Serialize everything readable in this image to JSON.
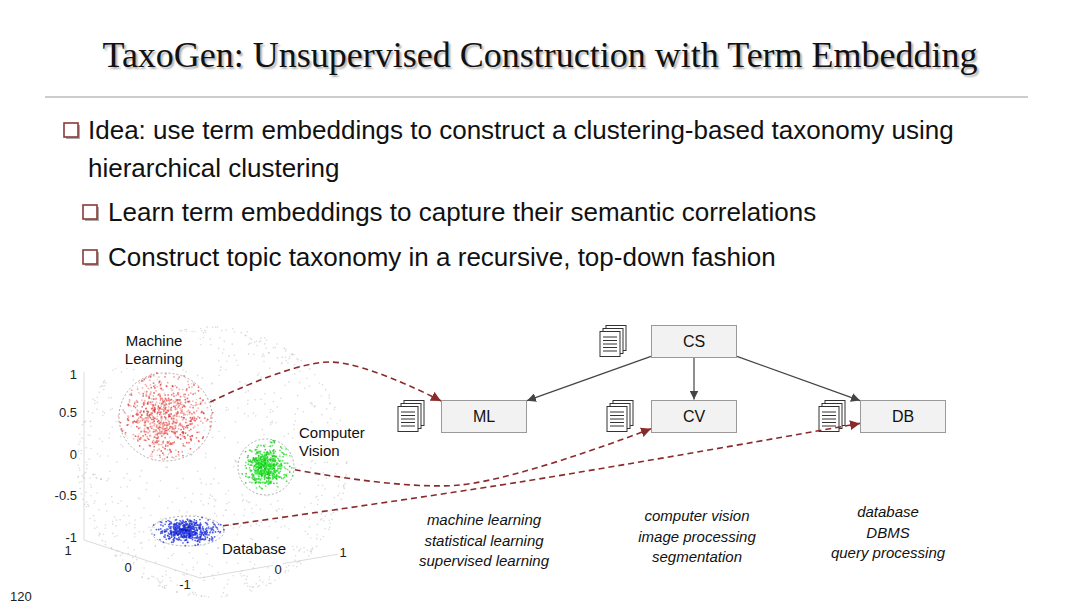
{
  "diagram": {
    "title": "TaxoGen: Unsupervised Construction with Term Embedding",
    "nodes": [
      {
        "text": [
          "CS"
        ]
      },
      {
        "text": [
          "ML"
        ]
      },
      {
        "text": [
          "CV"
        ]
      },
      {
        "text": [
          "DB"
        ]
      },
      {
        "text": [
          "Machine Learning"
        ]
      },
      {
        "text": [
          "Computer Vision"
        ]
      },
      {
        "text": [
          "Database"
        ]
      }
    ],
    "edges": [
      {
        "from": 0,
        "to": 1,
        "arrow": "to"
      },
      {
        "from": 0,
        "to": 2,
        "arrow": "to"
      },
      {
        "from": 0,
        "to": 3,
        "arrow": "to"
      },
      {
        "from": 4,
        "to": 1,
        "arrow": "to"
      },
      {
        "from": 5,
        "to": 2,
        "arrow": "to"
      },
      {
        "from": 6,
        "to": 3,
        "arrow": "to"
      }
    ],
    "labels": [
      "Idea: use term embeddings to construct a clustering-based taxonomy using hierarchical clustering",
      "Learn term embeddings to capture their semantic correlations",
      "Construct topic taxonomy in a recursive, top-down fashion",
      "1",
      "0.5",
      "0",
      "-0.5",
      "-1",
      "1",
      "0",
      "-1",
      "0",
      "1",
      "machine learning",
      "statistical learning",
      "supervised learning",
      "computer vision",
      "image processing",
      "segmentation",
      "database",
      "DBMS",
      "query processing",
      "120"
    ]
  }
}
